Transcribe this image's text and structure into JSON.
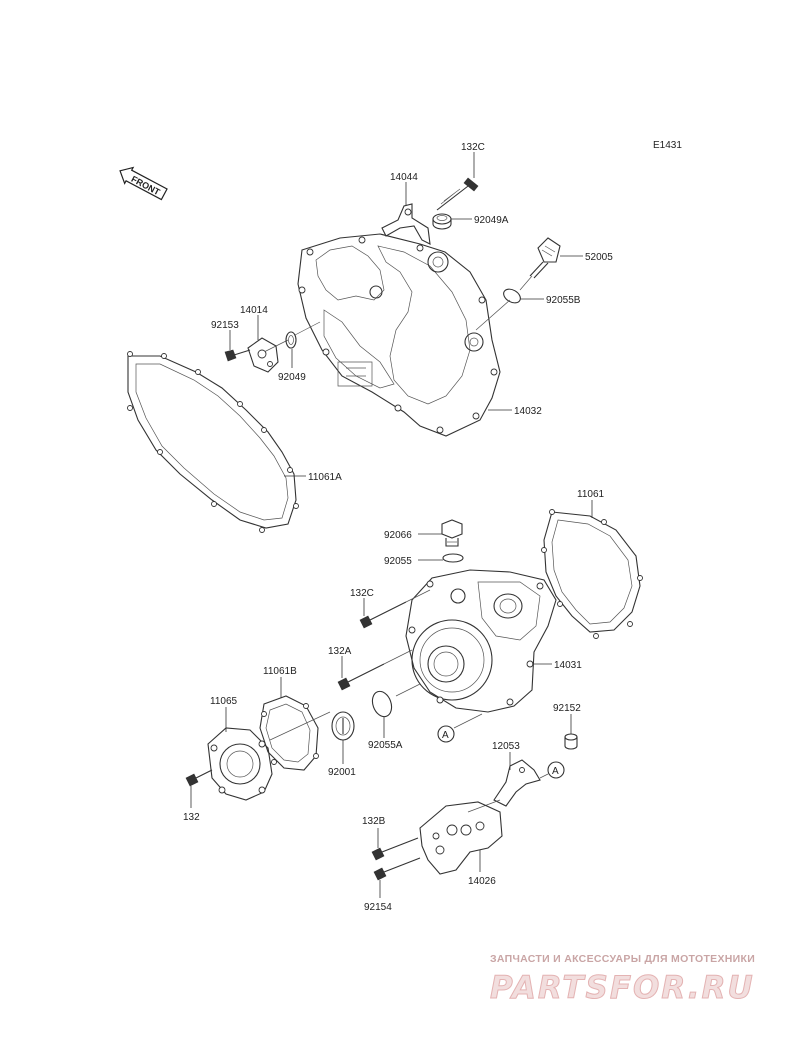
{
  "diagram_code": "E1431",
  "front_label": "FRONT",
  "callouts": {
    "c132C_top": "132C",
    "c14044": "14044",
    "c92049A": "92049A",
    "c52005": "52005",
    "c92055B": "92055B",
    "c14014": "14014",
    "c92153": "92153",
    "c92049": "92049",
    "c14032": "14032",
    "c11061A": "11061A",
    "c11061": "11061",
    "c92066": "92066",
    "c92055": "92055",
    "c132C_mid": "132C",
    "c132A": "132A",
    "c14031": "14031",
    "c11061B": "11061B",
    "c11065": "11065",
    "c92055A": "92055A",
    "c92001": "92001",
    "c132": "132",
    "c92152": "92152",
    "c12053": "12053",
    "c132B": "132B",
    "c14026": "14026",
    "c92154": "92154",
    "ref_a1": "A",
    "ref_a2": "A"
  },
  "watermark": {
    "subtitle": "ЗАПЧАСТИ И АКСЕССУАРЫ ДЛЯ МОТОТЕХНИКИ",
    "brand": "PARTSFOR.RU"
  }
}
